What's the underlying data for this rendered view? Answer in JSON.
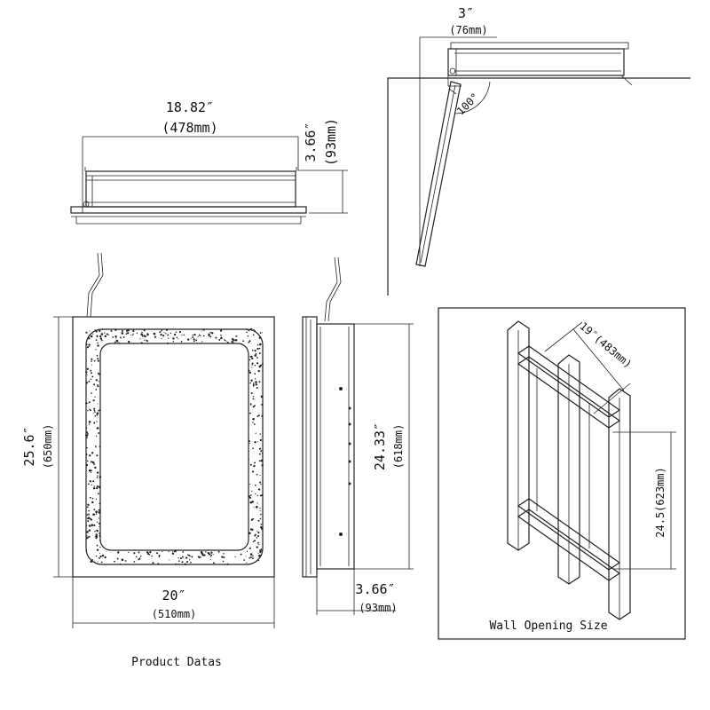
{
  "colors": {
    "line": "#222222",
    "background": "#ffffff",
    "panel": "#ffffff"
  },
  "top_view": {
    "width_in": "18.82″",
    "width_mm": "(478mm)",
    "depth_in": "3.66″",
    "depth_mm": "(93mm)"
  },
  "door_swing": {
    "depth_in": "3″",
    "depth_mm": "(76mm)",
    "angle": "100°"
  },
  "front_view": {
    "height_in": "25.6″",
    "height_mm": "(650mm)",
    "width_in": "20″",
    "width_mm": "(510mm)"
  },
  "side_view": {
    "height_in": "24.33″",
    "height_mm": "(618mm)",
    "depth_in": "3.66″",
    "depth_mm": "(93mm)"
  },
  "wall_opening": {
    "width_label": "19″(483mm)",
    "height_label": "24.5(623mm)",
    "title": "Wall Opening Size"
  },
  "caption": "Product Datas"
}
